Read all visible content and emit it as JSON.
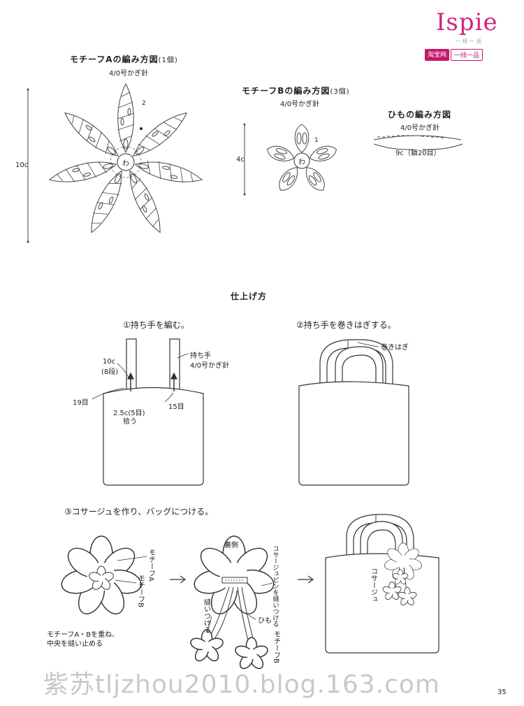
{
  "brand": {
    "name": "Ispie",
    "tagline": "一线一品",
    "badge_left": "淘宝网",
    "badge_right": "一线一品"
  },
  "motif_a": {
    "title": "モチーフAの編み方図",
    "count": "(1個)",
    "hook": "4/0号かぎ針",
    "size": "10c",
    "center": "わ",
    "row_label": "2"
  },
  "motif_b": {
    "title": "モチーフBの編み方図",
    "count": "(3個)",
    "hook": "4/0号かぎ針",
    "size": "4c",
    "center": "わ",
    "row_label": "1"
  },
  "cord": {
    "title": "ひもの編み方図",
    "hook": "4/0号かぎ針",
    "length": "9c（鎖20目）"
  },
  "finish": {
    "title": "仕上げ方"
  },
  "step1": {
    "heading": "①持ち手を編む。",
    "handle_len": "10c",
    "handle_rows": "(8段)",
    "handle_label": "持ち手",
    "handle_hook": "4/0号かぎ針",
    "stitches_left": "19目",
    "stitches_right": "15目",
    "pickup": "2.5c(5目)",
    "pickup2": "拾う"
  },
  "step2": {
    "heading": "②持ち手を巻きはぎする。",
    "label": "巻きはぎ"
  },
  "step3": {
    "heading": "③コサージュを作り、バッグにつける。",
    "motif_a": "モチーフA",
    "motif_b": "モチーフB",
    "overlap_1": "モチーフA・Bを重ね、",
    "overlap_2": "中央を縫い止める",
    "back": "裏側",
    "pin": "コサージュピンを縫いつける",
    "sew": "縫いつける",
    "cord": "ひも",
    "motif_b2": "モチーフB",
    "corsage": "コサージュ"
  },
  "page_number": "35",
  "watermark": "紫苏tljzhou2010.blog.163.com"
}
